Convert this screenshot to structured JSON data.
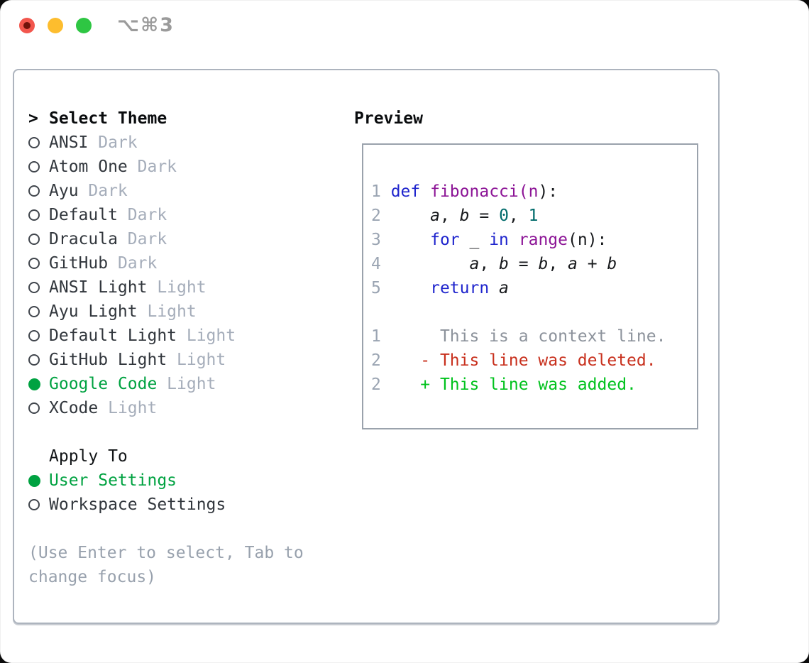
{
  "window": {
    "title": "⌥⌘3",
    "traffic_lights": [
      "close",
      "minimize",
      "zoom"
    ]
  },
  "colors": {
    "light_red": "#f2564d",
    "light_red_dot": "#70120a",
    "light_yellow": "#fdbd2e",
    "light_green": "#2ec643",
    "title_gray": "#9b9b9b",
    "panel_border": "#adb4be",
    "box_border": "#9aa2ac",
    "header_black": "#0a0c0e",
    "item_text": "#31363c",
    "variant_gray": "#a5adba",
    "help_gray": "#98a1ad",
    "select_green": "#00a241",
    "radio_border": "#41464d",
    "code_text": "#17191c",
    "lineno_gray": "#9aa4b2",
    "keyword_blue": "#1f25cd",
    "function_purple": "#8c1496",
    "number_teal": "#006b6b",
    "context_gray": "#8c929b",
    "deleted_red": "#c8301d",
    "added_green": "#00c21d"
  },
  "theme_panel": {
    "header_prefix": ">",
    "header": "Select Theme",
    "themes": [
      {
        "name": "ANSI",
        "variant": "Dark",
        "selected": false
      },
      {
        "name": "Atom One",
        "variant": "Dark",
        "selected": false
      },
      {
        "name": "Ayu",
        "variant": "Dark",
        "selected": false
      },
      {
        "name": "Default",
        "variant": "Dark",
        "selected": false
      },
      {
        "name": "Dracula",
        "variant": "Dark",
        "selected": false
      },
      {
        "name": "GitHub",
        "variant": "Dark",
        "selected": false
      },
      {
        "name": "ANSI Light",
        "variant": "Light",
        "selected": false
      },
      {
        "name": "Ayu Light",
        "variant": "Light",
        "selected": false
      },
      {
        "name": "Default Light",
        "variant": "Light",
        "selected": false
      },
      {
        "name": "GitHub Light",
        "variant": "Light",
        "selected": false
      },
      {
        "name": "Google Code",
        "variant": "Light",
        "selected": true
      },
      {
        "name": "XCode",
        "variant": "Light",
        "selected": false
      }
    ],
    "apply_to": {
      "header": "Apply To",
      "options": [
        {
          "label": "User Settings",
          "selected": true
        },
        {
          "label": "Workspace Settings",
          "selected": false
        }
      ]
    },
    "help_lines": [
      "(Use Enter to select, Tab to",
      "change focus)"
    ]
  },
  "preview": {
    "header": "Preview",
    "code_lines": [
      {
        "lineno": "1",
        "segments": [
          {
            "text": "def",
            "style": "keyword"
          },
          {
            "text": " ",
            "style": "plain"
          },
          {
            "text": "fibonacci(n",
            "style": "function"
          },
          {
            "text": "):",
            "style": "plain"
          }
        ]
      },
      {
        "lineno": "2",
        "segments": [
          {
            "text": "    ",
            "style": "plain"
          },
          {
            "text": "a",
            "style": "variable"
          },
          {
            "text": ", ",
            "style": "plain"
          },
          {
            "text": "b",
            "style": "variable"
          },
          {
            "text": " = ",
            "style": "plain"
          },
          {
            "text": "0",
            "style": "number"
          },
          {
            "text": ", ",
            "style": "plain"
          },
          {
            "text": "1",
            "style": "number"
          }
        ]
      },
      {
        "lineno": "3",
        "segments": [
          {
            "text": "    ",
            "style": "plain"
          },
          {
            "text": "for",
            "style": "keyword"
          },
          {
            "text": " _ ",
            "style": "plain"
          },
          {
            "text": "in",
            "style": "keyword"
          },
          {
            "text": " ",
            "style": "plain"
          },
          {
            "text": "range",
            "style": "function"
          },
          {
            "text": "(n):",
            "style": "plain"
          }
        ]
      },
      {
        "lineno": "4",
        "segments": [
          {
            "text": "        ",
            "style": "plain"
          },
          {
            "text": "a",
            "style": "variable"
          },
          {
            "text": ", ",
            "style": "plain"
          },
          {
            "text": "b",
            "style": "variable"
          },
          {
            "text": " = ",
            "style": "plain"
          },
          {
            "text": "b",
            "style": "variable"
          },
          {
            "text": ", ",
            "style": "plain"
          },
          {
            "text": "a",
            "style": "variable"
          },
          {
            "text": " + ",
            "style": "plain"
          },
          {
            "text": "b",
            "style": "variable"
          }
        ]
      },
      {
        "lineno": "5",
        "segments": [
          {
            "text": "    ",
            "style": "plain"
          },
          {
            "text": "return",
            "style": "keyword"
          },
          {
            "text": " ",
            "style": "plain"
          },
          {
            "text": "a",
            "style": "variable"
          }
        ]
      },
      {
        "lineno": "",
        "segments": []
      },
      {
        "lineno": "1",
        "segments": [
          {
            "text": "     This is a context line.",
            "style": "context"
          }
        ]
      },
      {
        "lineno": "2",
        "segments": [
          {
            "text": "   ",
            "style": "plain"
          },
          {
            "text": "- This line was deleted.",
            "style": "deleted"
          }
        ]
      },
      {
        "lineno": "2",
        "segments": [
          {
            "text": "   ",
            "style": "plain"
          },
          {
            "text": "+ This line was added.",
            "style": "added"
          }
        ]
      }
    ]
  }
}
